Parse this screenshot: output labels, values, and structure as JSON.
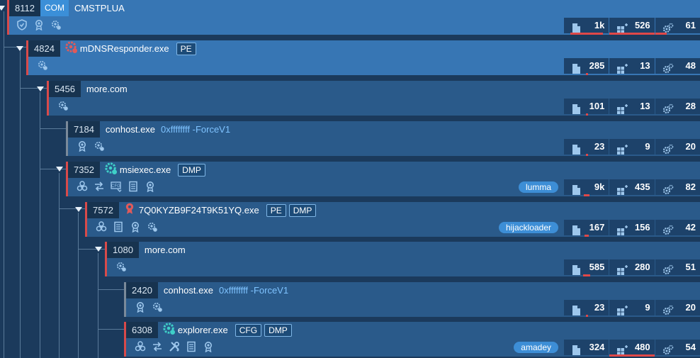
{
  "processes": [
    {
      "id": "p8112",
      "pid": "8112",
      "tags": [
        "COM"
      ],
      "tag_fill": [
        true
      ],
      "name": "CMSTPLUA",
      "args": "",
      "proc_icon": "",
      "label": "",
      "icons": [
        "shield-icon",
        "badge-icon",
        "gear-bug-icon"
      ],
      "stats": {
        "files": "1k",
        "registry": "526",
        "modules": "61"
      },
      "bars": [
        0.72,
        1.0,
        0.25
      ],
      "style": "sel"
    },
    {
      "id": "p4824",
      "pid": "4824",
      "tags": [
        "PE"
      ],
      "tag_fill": [
        false
      ],
      "name": "mDNSResponder.exe",
      "args": "",
      "proc_icon": "red-gear-icon",
      "label": "",
      "icons": [
        "gear-bug-icon"
      ],
      "stats": {
        "files": "285",
        "registry": "13",
        "modules": "48"
      },
      "bars": [
        0.05,
        0,
        0
      ],
      "style": "sel"
    },
    {
      "id": "p5456",
      "pid": "5456",
      "tags": [],
      "tag_fill": [],
      "name": "more.com",
      "args": "",
      "proc_icon": "",
      "label": "",
      "icons": [
        "gear-bug-icon"
      ],
      "stats": {
        "files": "101",
        "registry": "13",
        "modules": "28"
      },
      "bars": [
        0.05,
        0,
        0
      ],
      "style": ""
    },
    {
      "id": "p7184",
      "pid": "7184",
      "tags": [],
      "tag_fill": [],
      "name": "conhost.exe",
      "args": "0xffffffff -ForceV1",
      "proc_icon": "",
      "label": "",
      "icons": [
        "badge-icon",
        "gear-bug-icon"
      ],
      "stats": {
        "files": "23",
        "registry": "9",
        "modules": "20"
      },
      "bars": [
        0.05,
        0,
        0
      ],
      "style": "gray"
    },
    {
      "id": "p7352",
      "pid": "7352",
      "tags": [
        "DMP"
      ],
      "tag_fill": [
        false
      ],
      "name": "msiexec.exe",
      "args": "",
      "proc_icon": "teal-gear-icon",
      "label": "lumma",
      "icons": [
        "biohazard-icon",
        "exchange-icon",
        "cfg-icon",
        "document-icon",
        "badge-icon"
      ],
      "stats": {
        "files": "9k",
        "registry": "435",
        "modules": "82"
      },
      "bars": [
        0.12,
        0,
        0
      ],
      "style": ""
    },
    {
      "id": "p7572",
      "pid": "7572",
      "tags": [
        "PE",
        "DMP"
      ],
      "tag_fill": [
        false,
        false
      ],
      "name": "7Q0KYZB9F24T9K51YQ.exe",
      "args": "",
      "proc_icon": "red-badge-icon",
      "label": "hijackloader",
      "icons": [
        "biohazard-icon",
        "document-icon",
        "badge-icon",
        "gear-bug-icon"
      ],
      "stats": {
        "files": "167",
        "registry": "156",
        "modules": "42"
      },
      "bars": [
        0.1,
        0,
        0
      ],
      "style": ""
    },
    {
      "id": "p1080",
      "pid": "1080",
      "tags": [],
      "tag_fill": [],
      "name": "more.com",
      "args": "",
      "proc_icon": "",
      "label": "",
      "icons": [
        "gear-bug-icon"
      ],
      "stats": {
        "files": "585",
        "registry": "280",
        "modules": "51"
      },
      "bars": [
        0.15,
        0,
        0
      ],
      "style": ""
    },
    {
      "id": "p2420",
      "pid": "2420",
      "tags": [],
      "tag_fill": [],
      "name": "conhost.exe",
      "args": "0xffffffff -ForceV1",
      "proc_icon": "",
      "label": "",
      "icons": [
        "badge-icon",
        "gear-bug-icon"
      ],
      "stats": {
        "files": "23",
        "registry": "9",
        "modules": "20"
      },
      "bars": [
        0.05,
        0,
        0
      ],
      "style": "gray"
    },
    {
      "id": "p6308",
      "pid": "6308",
      "tags": [
        "CFG",
        "DMP"
      ],
      "tag_fill": [
        false,
        false
      ],
      "name": "explorer.exe",
      "args": "",
      "proc_icon": "teal-gear-icon",
      "label": "amadey",
      "icons": [
        "biohazard-icon",
        "exchange-icon",
        "tools-icon",
        "document-icon",
        "badge-icon"
      ],
      "stats": {
        "files": "324",
        "registry": "480",
        "modules": "54"
      },
      "bars": [
        0,
        1.0,
        0
      ],
      "style": ""
    }
  ],
  "colors": {
    "bar": "#e04848",
    "label": "#3d8ed6",
    "accent": "#9ec7ec"
  }
}
